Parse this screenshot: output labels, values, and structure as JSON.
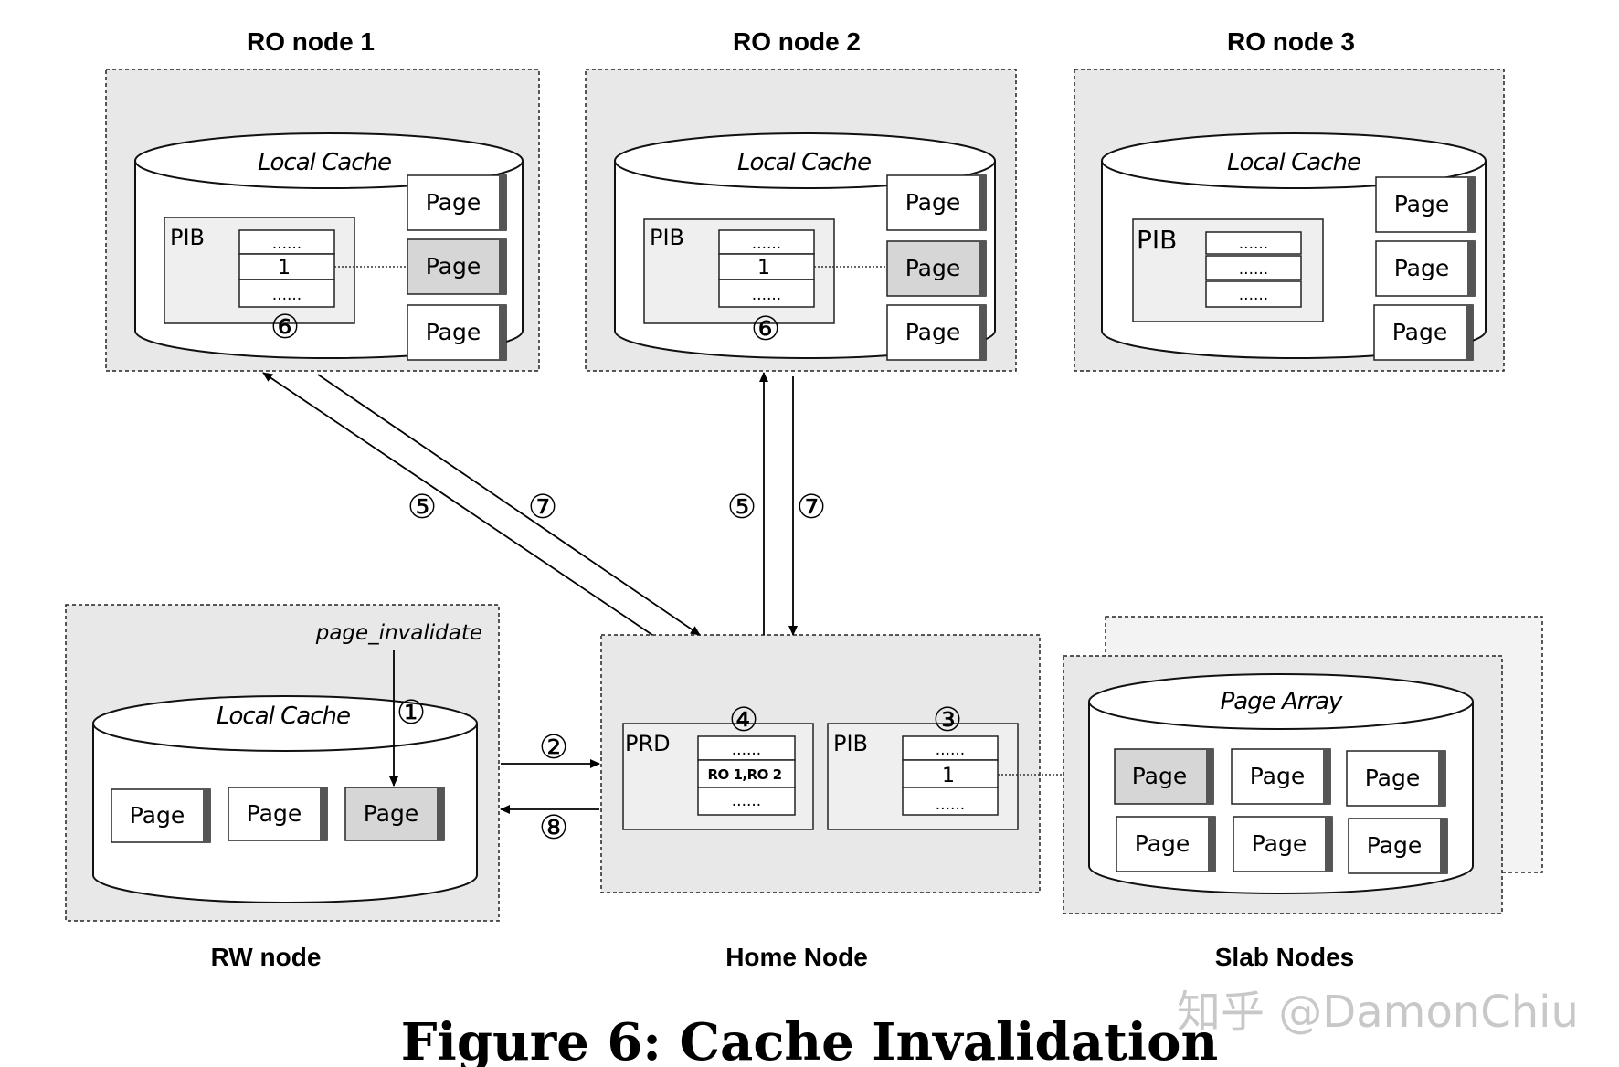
{
  "caption": "Figure 6: Cache Invalidation",
  "watermark": "知乎 @DamonChiu",
  "ro_nodes": [
    {
      "title": "RO node 1",
      "cache_label": "Local Cache",
      "pib_label": "PIB",
      "pib_cells": [
        "......",
        "1",
        "......"
      ],
      "pages": [
        "Page",
        "Page",
        "Page"
      ],
      "step": "⑥"
    },
    {
      "title": "RO node 2",
      "cache_label": "Local Cache",
      "pib_label": "PIB",
      "pib_cells": [
        "......",
        "1",
        "......"
      ],
      "pages": [
        "Page",
        "Page",
        "Page"
      ],
      "step": "⑥"
    },
    {
      "title": "RO node 3",
      "cache_label": "Local Cache",
      "pib_label": "PIB",
      "pib_cells": [
        "......",
        "......",
        "......"
      ],
      "pages": [
        "Page",
        "Page",
        "Page"
      ]
    }
  ],
  "rw_node": {
    "title": "RW node",
    "annotation": "page_invalidate",
    "cache_label": "Local Cache",
    "pages": [
      "Page",
      "Page",
      "Page"
    ],
    "step": "①"
  },
  "home_node": {
    "title": "Home Node",
    "prd_label": "PRD",
    "prd_cells": [
      "......",
      "RO 1,RO 2",
      "......"
    ],
    "prd_step": "④",
    "pib_label": "PIB",
    "pib_cells": [
      "......",
      "1",
      "......"
    ],
    "pib_step": "③"
  },
  "slab_nodes": {
    "title": "Slab Nodes",
    "array_label": "Page Array",
    "pages": [
      "Page",
      "Page",
      "Page",
      "Page",
      "Page",
      "Page"
    ]
  },
  "steps": {
    "s2": "②",
    "s8": "⑧",
    "s5_ro1": "⑤",
    "s7_ro1": "⑦",
    "s5_ro2": "⑤",
    "s7_ro2": "⑦"
  },
  "colors": {
    "panel": "#e8e8e8",
    "highlight_page": "#d6d6d6",
    "page_bar": "#555555",
    "border": "#222222"
  }
}
